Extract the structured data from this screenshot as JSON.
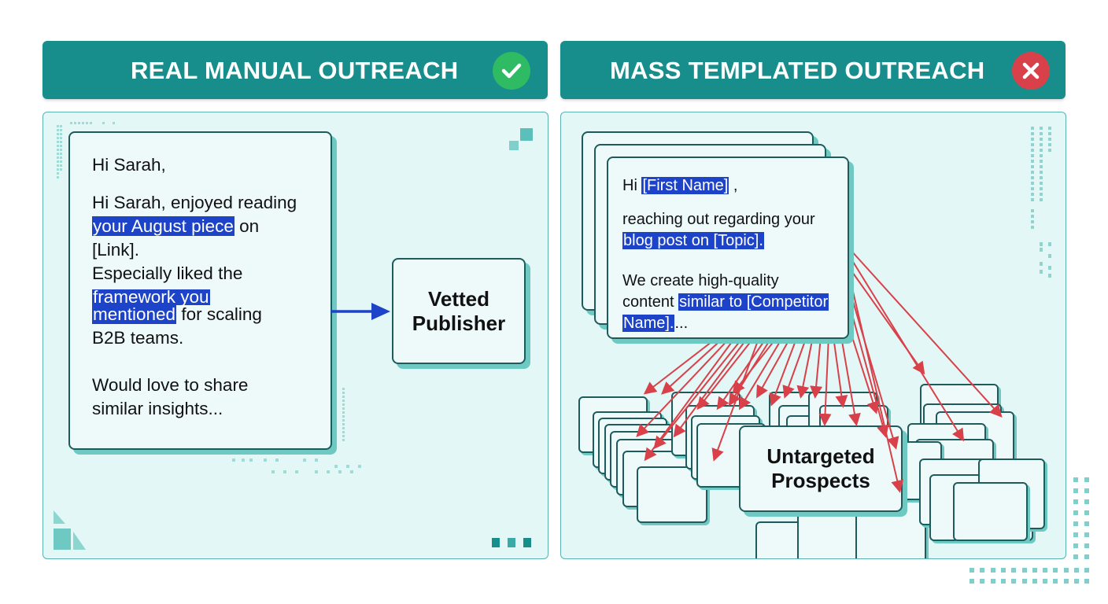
{
  "left": {
    "header_title": "REAL MANUAL OUTREACH",
    "badge_icon": "check-circle-icon",
    "email": {
      "greeting": "Hi Sarah,",
      "line1_pre": "Hi Sarah, enjoyed reading",
      "highlight1": "your August piece",
      "line1_post": " on",
      "link": "[Link].",
      "line2_pre": "Especially liked the",
      "highlight2a": "framework you",
      "highlight2b": "mentioned",
      "line2_post": " for scaling",
      "line3": "B2B teams.",
      "closing1": "Would love to share",
      "closing2": "similar insights..."
    },
    "target_label_1": "Vetted",
    "target_label_2": "Publisher"
  },
  "right": {
    "header_title": "MASS TEMPLATED OUTREACH",
    "badge_icon": "x-circle-icon",
    "template": {
      "greeting_pre": "Hi ",
      "first_name": "[First Name]",
      "greeting_post": " ,",
      "line1": "reaching out regarding your",
      "highlight_topic": "blog post on [Topic].",
      "line2": "We create high-quality",
      "line3_pre": "content ",
      "highlight_comp1": "similar to [Competitor",
      "highlight_comp2": "Name].",
      "line3_post": "..."
    },
    "target_label_1": "Untargeted",
    "target_label_2": "Prospects"
  },
  "colors": {
    "header": "#178d8c",
    "panel": "#e3f7f6",
    "highlight": "#1d44c8",
    "good": "#2fbb63",
    "bad": "#d8414a",
    "arrow_red": "#d8414a",
    "arrow_blue": "#1d44c8"
  }
}
